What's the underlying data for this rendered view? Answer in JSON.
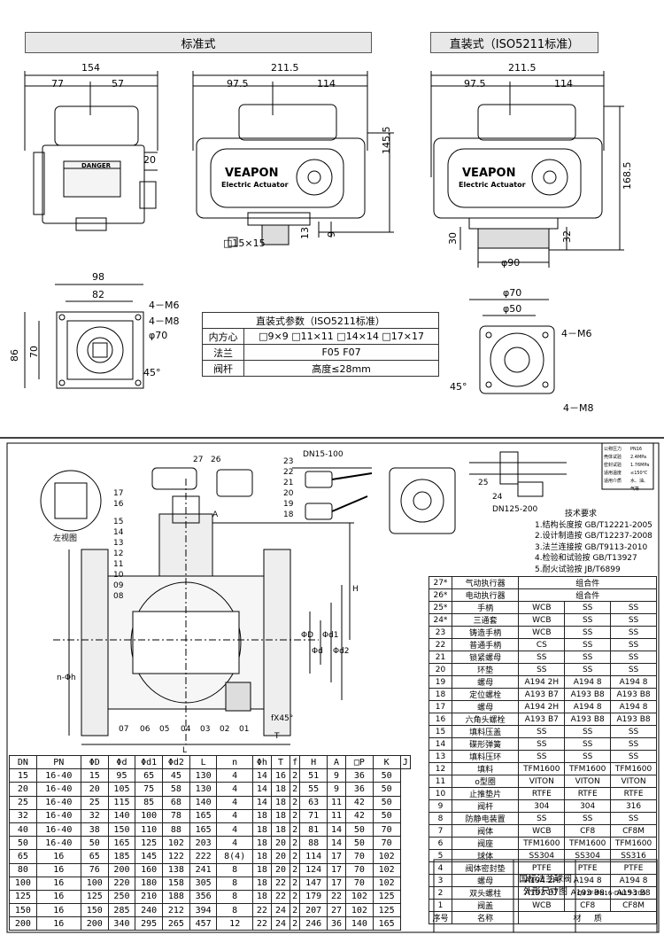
{
  "top": {
    "standard_title": "标准式",
    "direct_title": "直装式（ISO5211标准）",
    "dims_std": {
      "w_total": "154",
      "w_left": "77",
      "w_right": "57",
      "h20": "20",
      "square": "□15×15",
      "top_total": "211.5",
      "top_left": "97.5",
      "top_right": "114",
      "h145": "145.5",
      "h13": "13",
      "h9": "9"
    },
    "dims_direct": {
      "top_total": "211.5",
      "top_left": "97.5",
      "top_right": "114",
      "h168": "168.5",
      "h30": "30",
      "h32": "32",
      "phi90": "φ90"
    },
    "actuator_brand": "VEAPON",
    "actuator_sub": "Electric Actuator",
    "danger_label": "DANGER",
    "base_std": {
      "w98": "98",
      "w82": "82",
      "m6": "4－M6",
      "m8": "4－M8",
      "phi70": "φ70",
      "h86": "86",
      "h70": "70",
      "deg": "45°"
    },
    "base_direct": {
      "phi70": "φ70",
      "phi50": "φ50",
      "m6": "4－M6",
      "m8": "4－M8",
      "deg": "45°"
    }
  },
  "spec_table": {
    "title": "直装式参数（ISO5211标准）",
    "rows": [
      {
        "label": "内方心",
        "value": "□9×9  □11×11  □14×14  □17×17"
      },
      {
        "label": "法兰",
        "value": "F05        F07"
      },
      {
        "label": "阀杆",
        "value": "高度≤28mm"
      }
    ]
  },
  "drawing": {
    "left_view_label": "左视图",
    "dn15_label": "DN15-100",
    "dn125_label": "DN125-200",
    "callouts_left": [
      "17",
      "16",
      "15",
      "14",
      "13",
      "12",
      "11",
      "10",
      "09",
      "08"
    ],
    "callouts_bottom": [
      "07",
      "06",
      "05",
      "04",
      "03",
      "02",
      "01"
    ],
    "callouts_top": [
      "27",
      "26"
    ],
    "callouts_handle": [
      "23",
      "22",
      "21",
      "20",
      "19",
      "18"
    ],
    "callouts_right": [
      "25",
      "24"
    ],
    "dim_letters": {
      "H": "H",
      "A": "A",
      "D": "ΦD",
      "D1": "Φd1",
      "D2": "Φd2",
      "Di": "Φd",
      "L": "L",
      "nh": "n-Φh",
      "fx": "fX45°",
      "T": "T"
    },
    "tech_title": "技术要求",
    "tech_items": [
      "1.结构长度按 GB/T12221-2005",
      "2.设计制造按 GB/T12237-2008",
      "3.法兰连接按 GB/T9113-2010",
      "4.检验和试验按 GB/T13927",
      "5.耐火试验按 JB/T6899"
    ],
    "stamp_rows": [
      "公称压力",
      "PN16",
      "壳体试验",
      "2.4MPa",
      "密封试验",
      "1.76MPa",
      "适用温度",
      "≤150℃",
      "适用介质",
      "水、油、气等"
    ]
  },
  "dn_table": {
    "headers": [
      "DN",
      "PN",
      "ΦD",
      "Φd",
      "Φd1",
      "Φd2",
      "L",
      "n",
      "Φh",
      "T",
      "f",
      "H",
      "A",
      "□P",
      "K",
      "J"
    ],
    "rows": [
      [
        "15",
        "16-40",
        "15",
        "95",
        "65",
        "45",
        "130",
        "4",
        "14",
        "16",
        "2",
        "51",
        "9",
        "36",
        "50"
      ],
      [
        "20",
        "16-40",
        "20",
        "105",
        "75",
        "58",
        "130",
        "4",
        "14",
        "18",
        "2",
        "55",
        "9",
        "36",
        "50"
      ],
      [
        "25",
        "16-40",
        "25",
        "115",
        "85",
        "68",
        "140",
        "4",
        "14",
        "18",
        "2",
        "63",
        "11",
        "42",
        "50"
      ],
      [
        "32",
        "16-40",
        "32",
        "140",
        "100",
        "78",
        "165",
        "4",
        "18",
        "18",
        "2",
        "71",
        "11",
        "42",
        "50"
      ],
      [
        "40",
        "16-40",
        "38",
        "150",
        "110",
        "88",
        "165",
        "4",
        "18",
        "18",
        "2",
        "81",
        "14",
        "50",
        "70"
      ],
      [
        "50",
        "16-40",
        "50",
        "165",
        "125",
        "102",
        "203",
        "4",
        "18",
        "20",
        "2",
        "88",
        "14",
        "50",
        "70"
      ],
      [
        "65",
        "16",
        "65",
        "185",
        "145",
        "122",
        "222",
        "8(4)",
        "18",
        "20",
        "2",
        "114",
        "17",
        "70",
        "102"
      ],
      [
        "80",
        "16",
        "76",
        "200",
        "160",
        "138",
        "241",
        "8",
        "18",
        "20",
        "2",
        "124",
        "17",
        "70",
        "102"
      ],
      [
        "100",
        "16",
        "100",
        "220",
        "180",
        "158",
        "305",
        "8",
        "18",
        "22",
        "2",
        "147",
        "17",
        "70",
        "102"
      ],
      [
        "125",
        "16",
        "125",
        "250",
        "210",
        "188",
        "356",
        "8",
        "18",
        "22",
        "2",
        "179",
        "22",
        "102",
        "125"
      ],
      [
        "150",
        "16",
        "150",
        "285",
        "240",
        "212",
        "394",
        "8",
        "22",
        "24",
        "2",
        "207",
        "27",
        "102",
        "125"
      ],
      [
        "200",
        "16",
        "200",
        "340",
        "295",
        "265",
        "457",
        "12",
        "22",
        "24",
        "2",
        "246",
        "36",
        "140",
        "165"
      ]
    ]
  },
  "parts_table": {
    "rows": [
      [
        "27*",
        "气动执行器",
        "组合件",
        "",
        ""
      ],
      [
        "26*",
        "电动执行器",
        "组合件",
        "",
        ""
      ],
      [
        "25*",
        "手柄",
        "WCB",
        "SS",
        "SS"
      ],
      [
        "24*",
        "三通套",
        "WCB",
        "SS",
        "SS"
      ],
      [
        "23",
        "铸造手柄",
        "WCB",
        "SS",
        "SS"
      ],
      [
        "22",
        "普通手柄",
        "CS",
        "SS",
        "SS"
      ],
      [
        "21",
        "锁紧螺母",
        "SS",
        "SS",
        "SS"
      ],
      [
        "20",
        "环垫",
        "SS",
        "SS",
        "SS"
      ],
      [
        "19",
        "螺母",
        "A194 2H",
        "A194 8",
        "A194 8"
      ],
      [
        "18",
        "定位螺栓",
        "A193 B7",
        "A193 B8",
        "A193 B8"
      ],
      [
        "17",
        "螺母",
        "A194 2H",
        "A194 8",
        "A194 8"
      ],
      [
        "16",
        "六角头螺栓",
        "A193 B7",
        "A193 B8",
        "A193 B8"
      ],
      [
        "15",
        "填料压盖",
        "SS",
        "SS",
        "SS"
      ],
      [
        "14",
        "碟形弹簧",
        "SS",
        "SS",
        "SS"
      ],
      [
        "13",
        "填料压环",
        "SS",
        "SS",
        "SS"
      ],
      [
        "12",
        "填料",
        "TFM1600",
        "TFM1600",
        "TFM1600"
      ],
      [
        "11",
        "o型圈",
        "VITON",
        "VITON",
        "VITON"
      ],
      [
        "10",
        "止推垫片",
        "RTFE",
        "RTFE",
        "RTFE"
      ],
      [
        "9",
        "阀杆",
        "304",
        "304",
        "316"
      ],
      [
        "8",
        "防静电装置",
        "SS",
        "SS",
        "SS"
      ],
      [
        "7",
        "阀体",
        "WCB",
        "CF8",
        "CF8M"
      ],
      [
        "6",
        "阀座",
        "TFM1600",
        "TFM1600",
        "TFM1600"
      ],
      [
        "5",
        "球体",
        "SS304",
        "SS304",
        "SS316"
      ],
      [
        "4",
        "阀体密封垫",
        "PTFE",
        "PTFE",
        "PTFE"
      ],
      [
        "3",
        "螺母",
        "A194 2H",
        "A194 8",
        "A194 8"
      ],
      [
        "2",
        "双头螺柱",
        "A193 B7",
        "A193 B8",
        "A193 B8"
      ],
      [
        "1",
        "阀盖",
        "WCB",
        "CF8",
        "CF8M"
      ]
    ],
    "footer": {
      "no": "序号",
      "name": "名称",
      "material": "材",
      "material2": "质"
    },
    "title_block": {
      "title1": "国标法兰球阀",
      "title2": "外形尺寸图",
      "code": "Q41F-PN16-DN15-200"
    }
  }
}
